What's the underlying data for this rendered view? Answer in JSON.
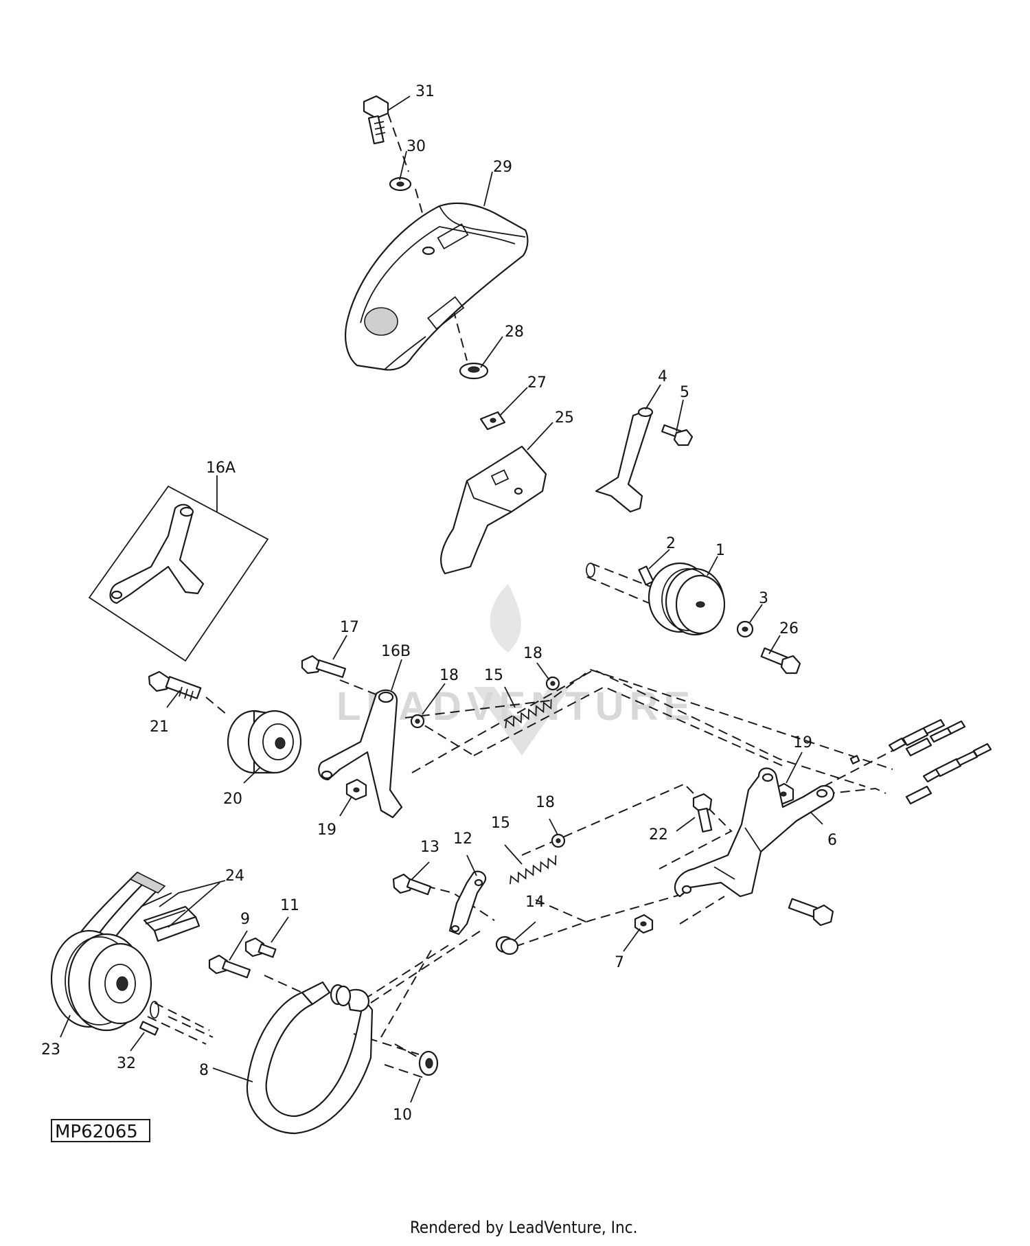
{
  "diagram_code": "MP62065",
  "footer_credit": "Rendered by LeadVenture, Inc.",
  "watermark_text": "LEADVENTURE",
  "callouts": {
    "c1": "1",
    "c2": "2",
    "c3": "3",
    "c4": "4",
    "c5": "5",
    "c6": "6",
    "c7": "7",
    "c8": "8",
    "c9": "9",
    "c10": "10",
    "c11": "11",
    "c12": "12",
    "c13": "13",
    "c14": "14",
    "c15a": "15",
    "c15b": "15",
    "c16a": "16A",
    "c16b": "16B",
    "c17": "17",
    "c18a": "18",
    "c18b": "18",
    "c18c": "18",
    "c19a": "19",
    "c19b": "19",
    "c20": "20",
    "c21": "21",
    "c22": "22",
    "c23": "23",
    "c24": "24",
    "c25": "25",
    "c26": "26",
    "c27": "27",
    "c28": "28",
    "c29": "29",
    "c30": "30",
    "c31": "31",
    "c32": "32"
  }
}
